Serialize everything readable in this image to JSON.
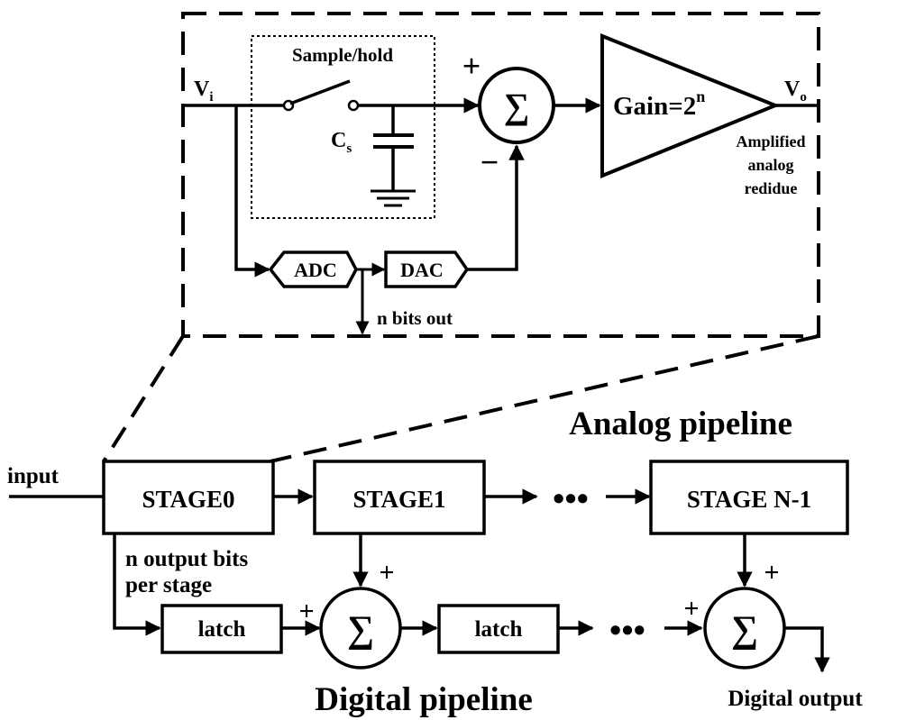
{
  "detail": {
    "vin_label": "V",
    "vin_sub": "i",
    "vout_label": "V",
    "vout_sub": "o",
    "sample_hold_label": "Sample/hold",
    "cap_label": "C",
    "cap_sub": "s",
    "plus_sign": "+",
    "minus_sign": "−",
    "sum_symbol": "∑",
    "gain_text": "Gain=2",
    "gain_exp": "n",
    "amplified_line1": "Amplified",
    "amplified_line2": "analog",
    "amplified_line3": "redidue",
    "adc_label": "ADC",
    "dac_label": "DAC",
    "bits_out_label": "n bits out"
  },
  "analog_pipeline": {
    "title": "Analog pipeline",
    "input_label": "input",
    "stages": [
      "STAGE0",
      "STAGE1",
      "STAGE N-1"
    ],
    "ellipsis": "•••"
  },
  "digital_pipeline": {
    "title": "Digital pipeline",
    "note_line1": "n output bits",
    "note_line2": "per stage",
    "latch_label": "latch",
    "plus_sign": "+",
    "sum_symbol": "∑",
    "ellipsis": "•••",
    "output_label": "Digital output"
  }
}
